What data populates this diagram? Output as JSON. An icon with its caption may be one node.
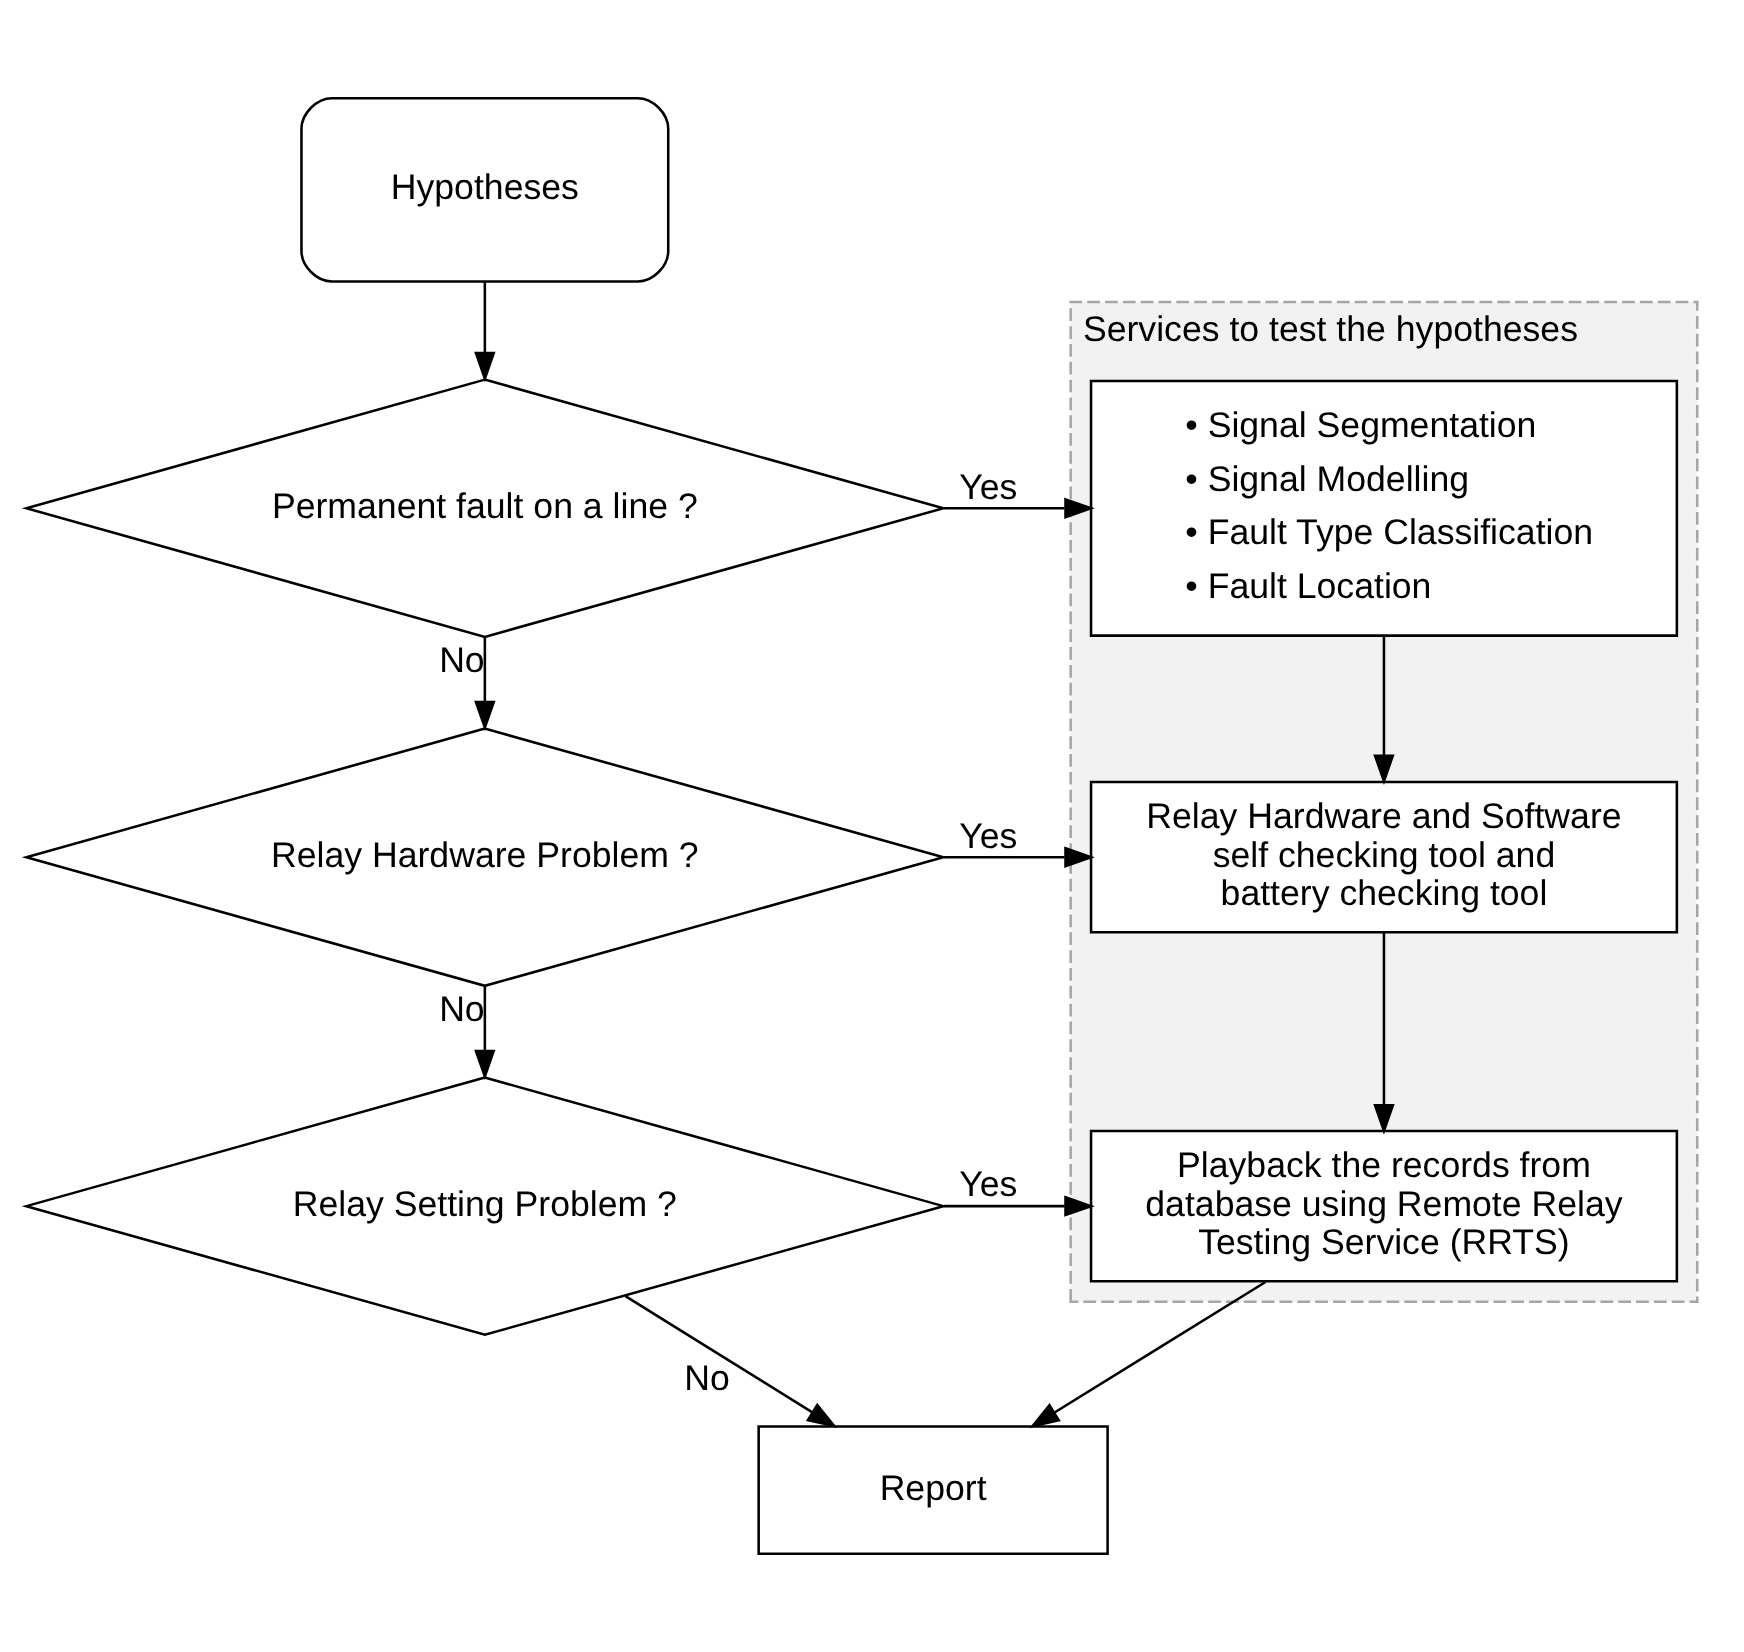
{
  "diagram": {
    "nodes": [
      {
        "text": [
          "Hypotheses"
        ]
      },
      {
        "text": [
          "Permanent fault on a line ?"
        ]
      },
      {
        "text": [
          "Relay Hardware Problem ?"
        ]
      },
      {
        "text": [
          "Relay Setting Problem ?"
        ]
      },
      {
        "text": [
          "Report"
        ]
      },
      {
        "text": [
          "Services to test the hypotheses"
        ]
      },
      {
        "text": [
          "• Signal Segmentation",
          "• Signal Modelling",
          "• Fault Type Classification",
          "• Fault Location"
        ],
        "in": 5
      },
      {
        "text": [
          "Relay Hardware and Software self checking tool and battery checking tool"
        ],
        "in": 5
      },
      {
        "text": [
          "Playback the records from database using Remote Relay Testing Service (RRTS)"
        ],
        "in": 5
      }
    ],
    "edges": [
      {
        "from": 0,
        "to": 1,
        "arrow": "to"
      },
      {
        "from": 1,
        "to": 6,
        "arrow": "to",
        "label": "Yes"
      },
      {
        "from": 1,
        "to": 2,
        "arrow": "to",
        "label": "No"
      },
      {
        "from": 6,
        "to": 7,
        "arrow": "to"
      },
      {
        "from": 2,
        "to": 7,
        "arrow": "to",
        "label": "Yes"
      },
      {
        "from": 2,
        "to": 3,
        "arrow": "to",
        "label": "No"
      },
      {
        "from": 7,
        "to": 8,
        "arrow": "to"
      },
      {
        "from": 3,
        "to": 8,
        "arrow": "to",
        "label": "Yes"
      },
      {
        "from": 3,
        "to": 4,
        "arrow": "to",
        "label": "No"
      },
      {
        "from": 8,
        "to": 4,
        "arrow": "to"
      }
    ]
  }
}
